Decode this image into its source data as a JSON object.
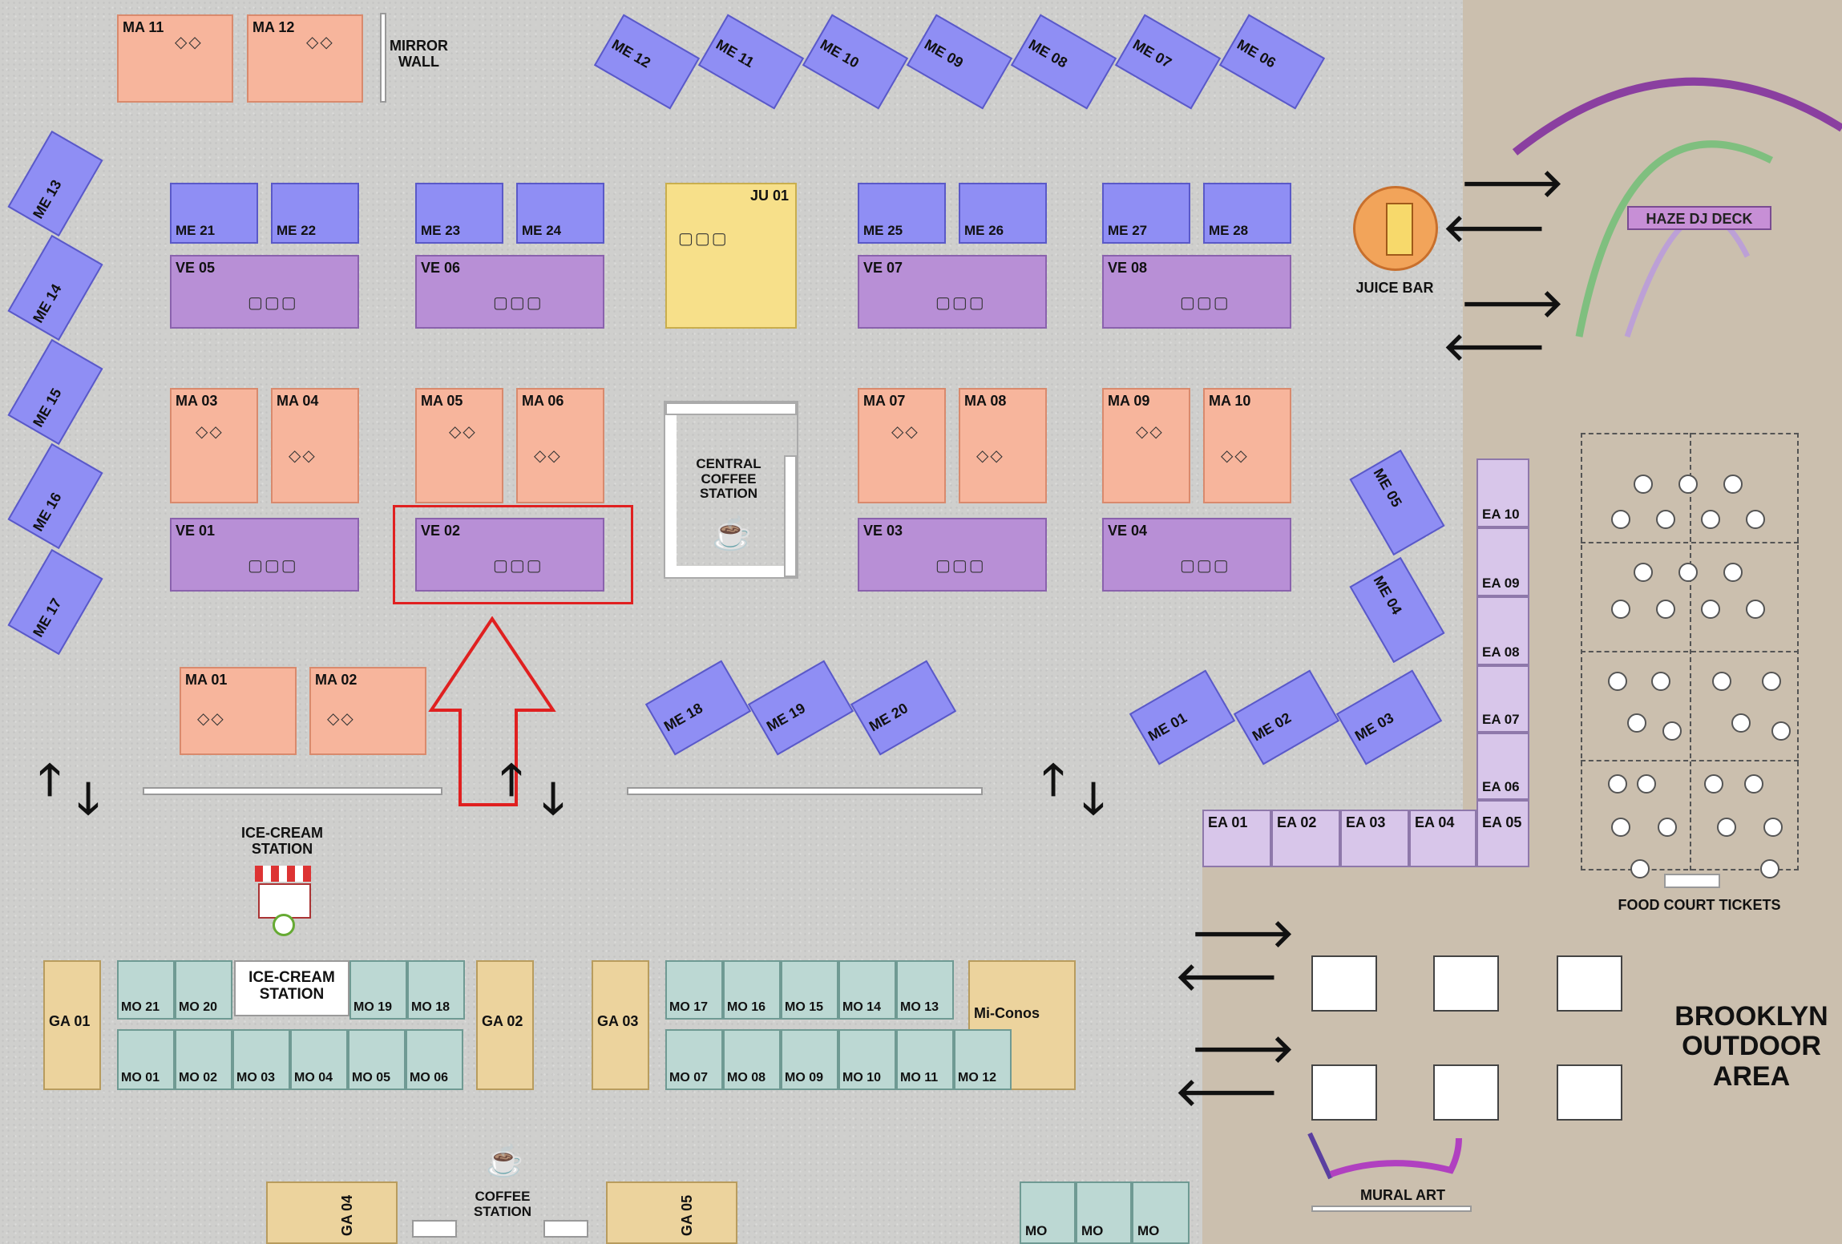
{
  "labels": {
    "mirror_wall": "MIRROR\nWALL",
    "juice_bar": "JUICE BAR",
    "haze_dj_deck": "HAZE DJ DECK",
    "central_coffee": "CENTRAL\nCOFFEE\nSTATION",
    "ice_cream_station": "ICE-CREAM\nSTATION",
    "ice_cream_station_box": "ICE-CREAM\nSTATION",
    "coffee_station": "COFFEE\nSTATION",
    "food_court_tickets": "FOOD COURT TICKETS",
    "brooklyn": "BROOKLYN\nOUTDOOR\nAREA",
    "mural_art": "MURAL ART",
    "mi_conos": "Mi-Conos"
  },
  "booths": {
    "ma11": "MA 11",
    "ma12": "MA 12",
    "me12": "ME 12",
    "me11": "ME 11",
    "me10": "ME 10",
    "me09": "ME 09",
    "me08": "ME 08",
    "me07": "ME 07",
    "me06": "ME 06",
    "me13": "ME 13",
    "me14": "ME 14",
    "me15": "ME 15",
    "me16": "ME 16",
    "me17": "ME 17",
    "me21": "ME 21",
    "me22": "ME 22",
    "me23": "ME 23",
    "me24": "ME 24",
    "me25": "ME 25",
    "me26": "ME 26",
    "me27": "ME 27",
    "me28": "ME 28",
    "ju01": "JU 01",
    "ve05": "VE 05",
    "ve06": "VE 06",
    "ve07": "VE 07",
    "ve08": "VE 08",
    "ma03": "MA 03",
    "ma04": "MA 04",
    "ma05": "MA 05",
    "ma06": "MA 06",
    "ma07": "MA 07",
    "ma08": "MA 08",
    "ma09": "MA 09",
    "ma10": "MA 10",
    "ve01": "VE 01",
    "ve02": "VE 02",
    "ve03": "VE 03",
    "ve04": "VE 04",
    "ma01": "MA 01",
    "ma02": "MA 02",
    "me18": "ME 18",
    "me19": "ME 19",
    "me20": "ME 20",
    "me01": "ME 01",
    "me02": "ME 02",
    "me03": "ME 03",
    "me04": "ME 04",
    "me05": "ME 05",
    "ea01": "EA 01",
    "ea02": "EA 02",
    "ea03": "EA 03",
    "ea04": "EA 04",
    "ea05": "EA 05",
    "ea06": "EA 06",
    "ea07": "EA 07",
    "ea08": "EA 08",
    "ea09": "EA 09",
    "ea10": "EA 10",
    "ga01": "GA 01",
    "ga02": "GA 02",
    "ga03": "GA 03",
    "ga04": "GA 04",
    "ga05": "GA 05",
    "mo21": "MO 21",
    "mo20": "MO 20",
    "mo19": "MO 19",
    "mo18": "MO 18",
    "mo01": "MO 01",
    "mo02": "MO 02",
    "mo03": "MO 03",
    "mo04": "MO 04",
    "mo05": "MO 05",
    "mo06": "MO 06",
    "mo17": "MO 17",
    "mo16": "MO 16",
    "mo15": "MO 15",
    "mo14": "MO 14",
    "mo13": "MO 13",
    "mo07": "MO 07",
    "mo08": "MO 08",
    "mo09": "MO 09",
    "mo10": "MO 10",
    "mo11": "MO 11",
    "mo12": "MO 12",
    "mo_a": "MO",
    "mo_b": "MO",
    "mo_c": "MO"
  },
  "highlight": {
    "target": "VE 02",
    "color": "#e02020"
  },
  "colors": {
    "me": "#8f8ef4",
    "ma": "#f7b59c",
    "ve": "#b88fd6",
    "ju": "#f7e08a",
    "ea": "#d8c6ea",
    "mo": "#bcd8d3",
    "ga": "#ecd39d"
  },
  "icons": [
    "coffee-cup-icon",
    "juice-cup-icon",
    "ice-cream-cart-icon",
    "paintbrush-icon",
    "arrow-icon"
  ]
}
